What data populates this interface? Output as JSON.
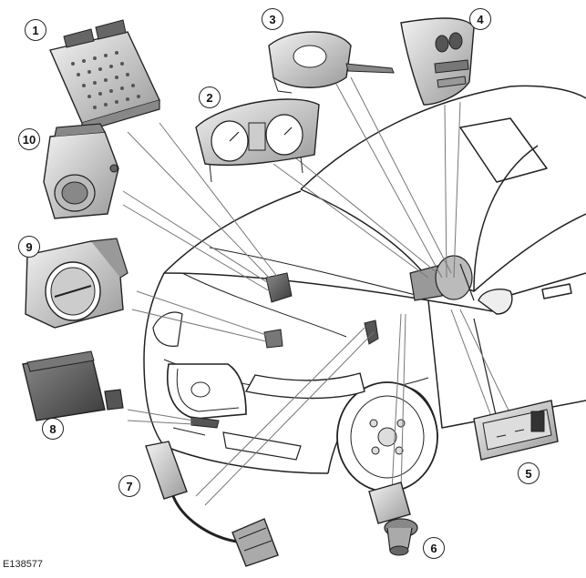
{
  "figure_id": "E138577",
  "callouts": [
    {
      "label": "1"
    },
    {
      "label": "2"
    },
    {
      "label": "3"
    },
    {
      "label": "4"
    },
    {
      "label": "5"
    },
    {
      "label": "6"
    },
    {
      "label": "7"
    },
    {
      "label": "8"
    },
    {
      "label": "9"
    },
    {
      "label": "10"
    }
  ]
}
